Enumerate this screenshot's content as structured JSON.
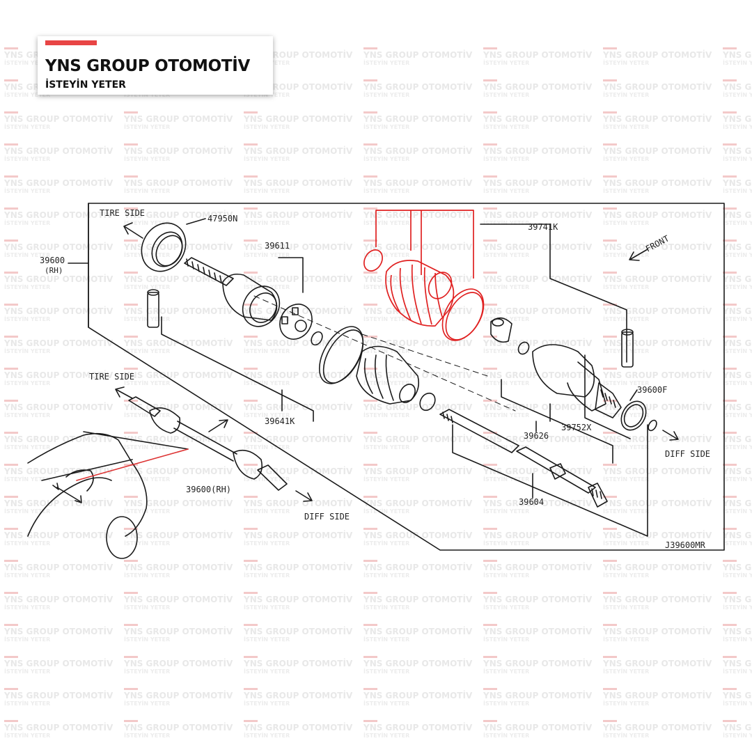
{
  "brand": {
    "name": "YNS GROUP OTOMOTİV",
    "tagline": "İSTEYİN YETER",
    "accent_color": "#e84545"
  },
  "watermark": {
    "line1": "YNS GROUP OTOMOTİV",
    "line2": "İSTEYİN YETER"
  },
  "diagram": {
    "highlight_color": "#e02020",
    "line_color": "#1a1a1a",
    "labels": {
      "tire_side_top": "TIRE SIDE",
      "p47950n": "47950N",
      "p39600_rh_top": "39600",
      "p39600_rh_top_sub": "(RH)",
      "p39611": "39611",
      "p39741k": "39741K",
      "front": "FRONT",
      "p39641k": "39641K",
      "p39600f": "39600F",
      "p39752x": "39752X",
      "p39626": "39626",
      "diff_side_right": "DIFF SIDE",
      "p39604": "39604",
      "tire_side_left": "TIRE SIDE",
      "p39600_rh_left": "39600(RH)",
      "diff_side_bottom": "DIFF SIDE",
      "figure_code": "J39600MR"
    }
  }
}
